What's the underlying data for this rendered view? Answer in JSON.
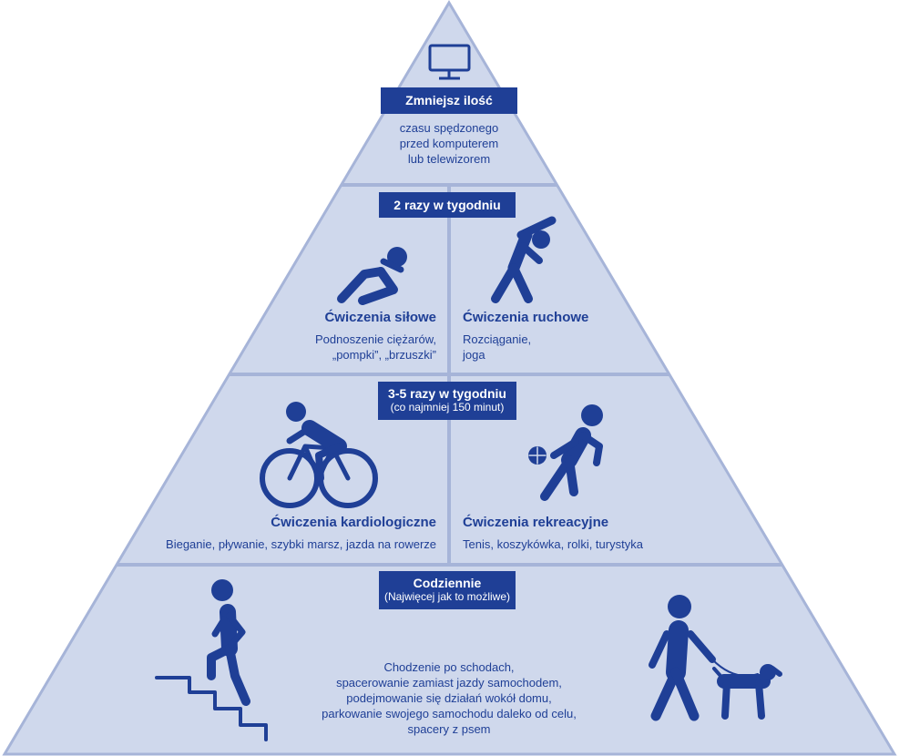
{
  "colors": {
    "background": "#ffffff",
    "pyramid_fill": "#cfd8ec",
    "pyramid_border": "#a6b4d8",
    "primary": "#1f3f96"
  },
  "icons": {
    "top": "monitor-icon",
    "strength": "sit-up-icon",
    "mobility": "stretching-icon",
    "cardio": "cyclist-icon",
    "recreation": "basketball-player-icon",
    "stairs": "stairs-climber-icon",
    "dogwalk": "dog-walker-icon"
  },
  "tiers": {
    "top": {
      "badge": "Zmniejsz ilość",
      "lines": [
        "czasu spędzonego",
        "przed komputerem",
        "lub telewizorem"
      ]
    },
    "twice": {
      "badge": "2 razy w tygodniu",
      "left_title": "Ćwiczenia siłowe",
      "left_lines": [
        "Podnoszenie ciężarów,",
        "„pompki”, „brzuszki”"
      ],
      "right_title": "Ćwiczenia ruchowe",
      "right_lines": [
        "Rozciąganie,",
        "joga"
      ]
    },
    "three_five": {
      "badge": "3-5 razy w tygodniu",
      "badge_sub": "(co najmniej 150 minut)",
      "left_title": "Ćwiczenia kardiologiczne",
      "left_lines": [
        "Bieganie, pływanie, szybki marsz, jazda na rowerze"
      ],
      "right_title": "Ćwiczenia rekreacyjne",
      "right_lines": [
        "Tenis, koszykówka, rolki, turystyka"
      ]
    },
    "daily": {
      "badge": "Codziennie",
      "badge_sub": "(Najwięcej jak to możliwe)",
      "lines": [
        "Chodzenie po schodach,",
        "spacerowanie zamiast jazdy samochodem,",
        "podejmowanie się działań wokół domu,",
        "parkowanie swojego samochodu daleko od celu,",
        "spacery z psem"
      ]
    }
  }
}
